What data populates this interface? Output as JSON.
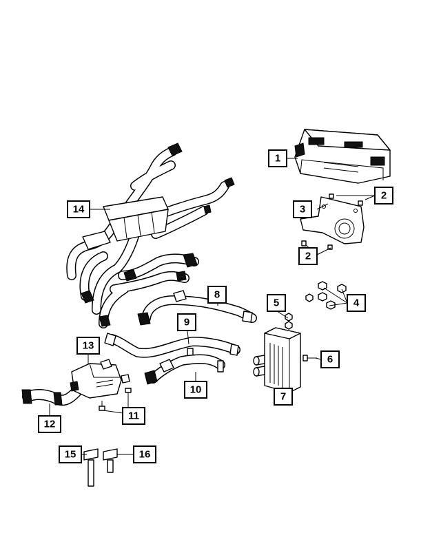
{
  "callouts": [
    {
      "id": "c1",
      "label": "1"
    },
    {
      "id": "c2a",
      "label": "2"
    },
    {
      "id": "c2b",
      "label": "2"
    },
    {
      "id": "c3",
      "label": "3"
    },
    {
      "id": "c4",
      "label": "4"
    },
    {
      "id": "c5",
      "label": "5"
    },
    {
      "id": "c6",
      "label": "6"
    },
    {
      "id": "c7",
      "label": "7"
    },
    {
      "id": "c8",
      "label": "8"
    },
    {
      "id": "c9",
      "label": "9"
    },
    {
      "id": "c10",
      "label": "10"
    },
    {
      "id": "c11",
      "label": "11"
    },
    {
      "id": "c12",
      "label": "12"
    },
    {
      "id": "c13",
      "label": "13"
    },
    {
      "id": "c14",
      "label": "14"
    },
    {
      "id": "c15",
      "label": "15"
    },
    {
      "id": "c16",
      "label": "16"
    }
  ]
}
